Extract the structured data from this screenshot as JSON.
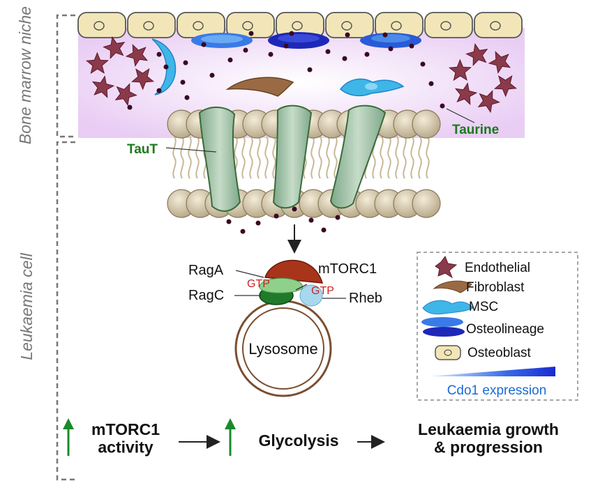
{
  "sections": {
    "niche": "Bone marrow niche",
    "cell": "Leukaemia cell"
  },
  "labels": {
    "taurine": "Taurine",
    "taut": "TauT",
    "raga": "RagA",
    "ragc": "RagC",
    "mtorc1": "mTORC1",
    "rheb": "Rheb",
    "gtp": "GTP",
    "lysosome": "Lysosome"
  },
  "legend": {
    "items": [
      {
        "label": "Endothelial",
        "icon": "endothelial-icon"
      },
      {
        "label": "Fibroblast",
        "icon": "fibroblast-icon"
      },
      {
        "label": "MSC",
        "icon": "msc-icon"
      },
      {
        "label": "Osteolineage",
        "icon": "osteolineage-icon"
      },
      {
        "label": "Osteoblast",
        "icon": "osteoblast-icon"
      }
    ],
    "gradient_label": "Cdo1 expression"
  },
  "pathway": {
    "step1": "mTORC1\nactivity",
    "step2": "Glycolysis",
    "step3": "Leukaemia growth\n& progression"
  },
  "colors": {
    "niche_bg": "#efdcf7",
    "endothelial": "#8a3a4a",
    "fibroblast": "#9a6a44",
    "msc": "#3fb6e8",
    "osteolineage": "#2a3ac8",
    "osteoblast": "#f2e6b8",
    "taurine_dot": "#3a0a22",
    "tau_transporter": "#9bbfa0",
    "mtorc1": "#a8341a",
    "raga": "#8fd08a",
    "ragc": "#1f7a2a",
    "rheb": "#a8d8ee",
    "gtp_text": "#d02020",
    "green_text": "#1a7a1a",
    "cdo1_text": "#1a6ad8"
  }
}
